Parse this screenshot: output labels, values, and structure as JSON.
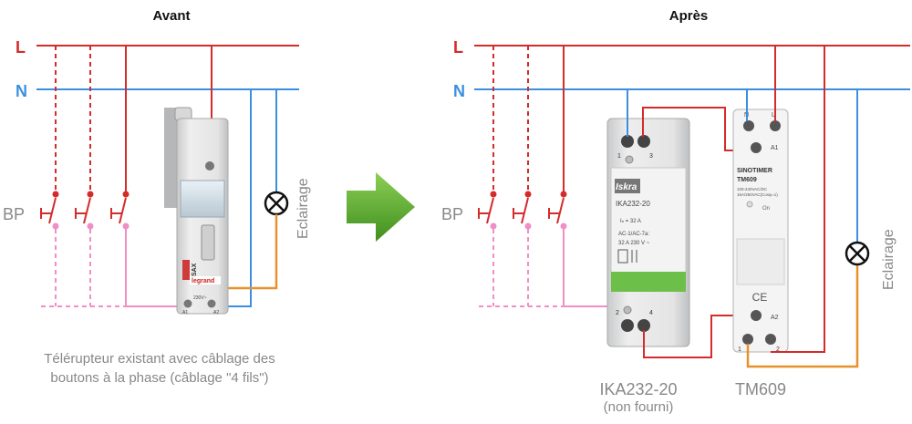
{
  "titles": {
    "before": "Avant",
    "after": "Après"
  },
  "lines": {
    "live": "L",
    "neutral": "N"
  },
  "labels": {
    "bp_left": "BP",
    "bp_right": "BP",
    "lamp_left": "Eclairage",
    "lamp_right": "Eclairage"
  },
  "caption": {
    "line1": "Télérupteur existant avec câblage des",
    "line2": "boutons à la phase (câblage \"4 fils\")"
  },
  "devices": {
    "legrand": {
      "brand": "legrand",
      "model": "ISAX",
      "voltage": "230V~",
      "term1": "A1",
      "term2": "A2"
    },
    "iskra": {
      "brand": "Iskra",
      "model": "IKA232-20",
      "rating": "Iₙ = 32 A",
      "category": "AC-1/AC-7a:",
      "spec": "32 A 230 V ~",
      "term1": "1",
      "term3": "3",
      "term2": "2",
      "term4": "4",
      "caption": "IKA232-20",
      "caption_note": "(non fourni)"
    },
    "sinotimer": {
      "brand": "SINOTIMER",
      "model": "TM609",
      "spec1": "100-240VAC/DC",
      "spec2": "16A/250VAC(Cosφ=1)",
      "on_label": "On",
      "term_n": "N",
      "term_l": "L",
      "term_a1": "A1",
      "term_a2": "A2",
      "term_1": "1",
      "term_2": "2",
      "caption": "TM609"
    }
  },
  "colors": {
    "live": "#d42b2b",
    "neutral": "#3b8fe0",
    "button": "#ef8fc6",
    "switched": "#e8912c",
    "arrow": "#5aab2f",
    "text": "#888888"
  }
}
